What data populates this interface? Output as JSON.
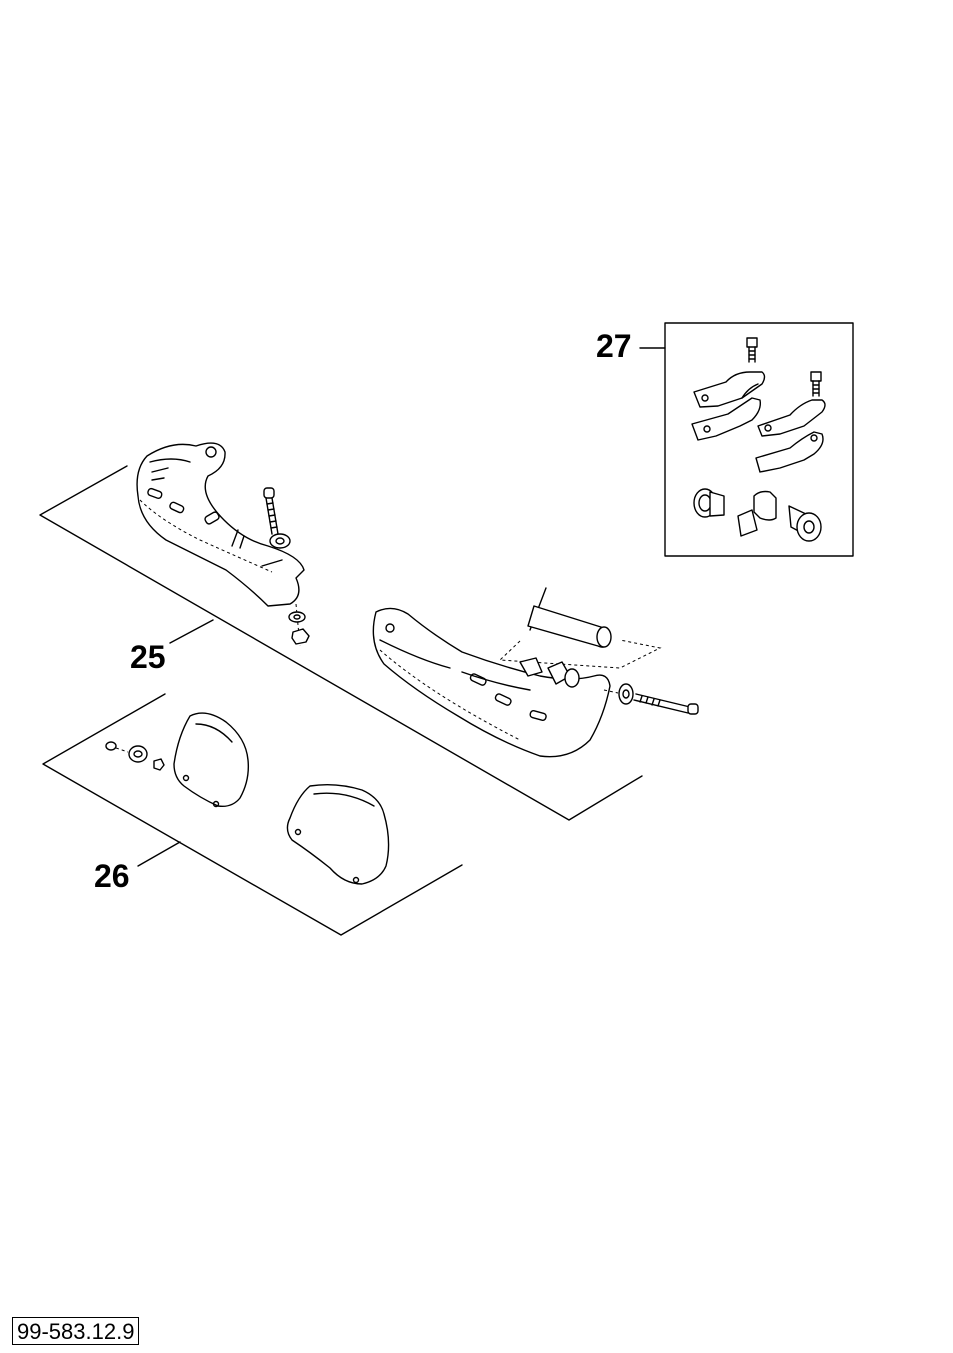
{
  "callouts": {
    "item_25": "25",
    "item_26": "26",
    "item_27": "27"
  },
  "document_number": "99-583.12.9"
}
